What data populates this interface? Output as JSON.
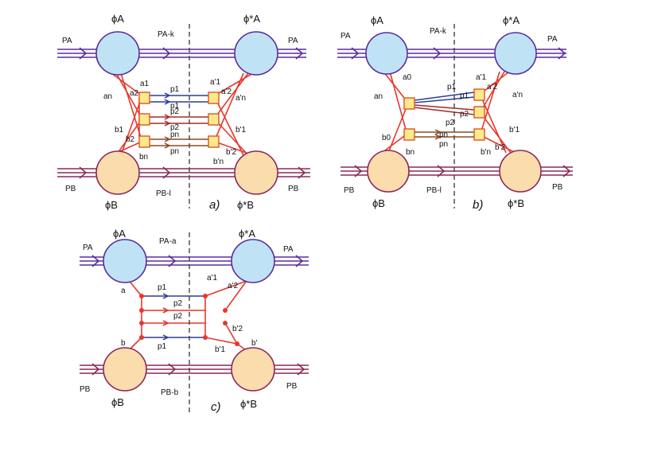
{
  "colors": {
    "beam_A": "#5b2d9c",
    "beam_B": "#8a2a5a",
    "parton": "#e8372c",
    "gluon_blue": "#2b3f9a",
    "gluon_brown": "#8b4a25",
    "gluon_red": "#a52a2a",
    "blob_A_fill": "#bfe3f5",
    "blob_B_fill": "#fbdcad",
    "vertex_fill": "#fbe98c",
    "vertex_stroke": "#d8572a",
    "cut_line": "#444444"
  },
  "panels": {
    "a": {
      "caption": "a)",
      "phiA": "ϕA",
      "phiA_conj": "ϕ*A",
      "phiB": "ϕB",
      "phiB_conj": "ϕ*B",
      "PA_in": "PA",
      "PA_out": "PA",
      "PB_in": "PB",
      "PB_out": "PB",
      "PA_minus": "PA-k",
      "PB_minus": "PB-l",
      "a_left": [
        "a1",
        "a2",
        "an"
      ],
      "b_left": [
        "b1",
        "b2",
        "bn"
      ],
      "a_right": [
        "a'1",
        "a'2",
        "a'n"
      ],
      "b_right": [
        "b'1",
        "b'2",
        "b'n"
      ],
      "p_labels": [
        "p1",
        "p1",
        "p2",
        "p2",
        "pn",
        "pn"
      ]
    },
    "b": {
      "caption": "b)",
      "phiA": "ϕA",
      "phiA_conj": "ϕ*A",
      "phiB": "ϕB",
      "phiB_conj": "ϕ*B",
      "PA_in": "PA",
      "PA_out": "PA",
      "PB_in": "PB",
      "PB_out": "PB",
      "PA_minus": "PA-k",
      "PB_minus": "PB-l",
      "a_left": [
        "a0",
        "an"
      ],
      "b_left": [
        "b0",
        "bn"
      ],
      "a_right": [
        "a'1",
        "a'2",
        "a'n"
      ],
      "b_right": [
        "b'1",
        "b'2",
        "b'n"
      ],
      "p_labels": [
        "p1",
        "p1",
        "p2",
        "p2",
        "pn",
        "pn"
      ]
    },
    "c": {
      "caption": "c)",
      "phiA": "ϕA",
      "phiA_conj": "ϕ*A",
      "phiB": "ϕB",
      "phiB_conj": "ϕ*B",
      "PA_in": "PA",
      "PA_out": "PA",
      "PB_in": "PB",
      "PB_out": "PB",
      "PA_minus": "PA-a",
      "PB_minus": "PB-b",
      "a_left": [
        "a"
      ],
      "b_left": [
        "b"
      ],
      "a_right": [
        "a'1",
        "a'2"
      ],
      "b_right": [
        "b'1",
        "b'2",
        "b'"
      ],
      "p_labels": [
        "p1",
        "p2",
        "p2",
        "p1"
      ]
    }
  }
}
